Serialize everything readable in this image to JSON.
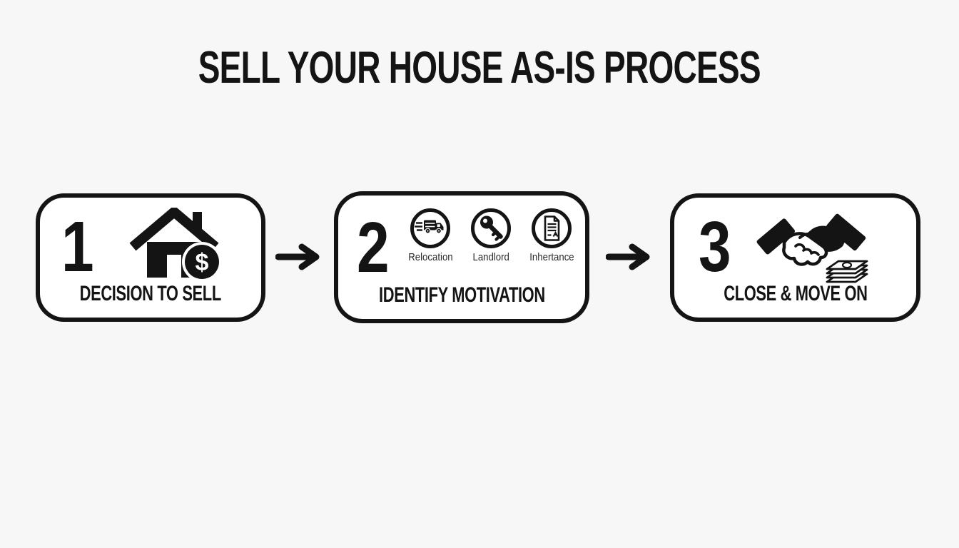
{
  "page": {
    "title": "SELL YOUR HOUSE AS-IS PROCESS",
    "colors": {
      "background": "#f7f7f7",
      "panel": "#ffffff",
      "ink": "#141414"
    }
  },
  "steps": [
    {
      "number": "1",
      "label": "DECISION TO SELL",
      "icon": "house-with-dollar-coin-icon"
    },
    {
      "number": "2",
      "label": "IDENTIFY MOTIVATION",
      "motivations": [
        {
          "icon": "moving-truck-icon",
          "label": "Relocation"
        },
        {
          "icon": "key-icon",
          "label": "Landlord"
        },
        {
          "icon": "document-icon",
          "label": "Inhertance"
        }
      ]
    },
    {
      "number": "3",
      "label": "CLOSE & MOVE ON",
      "icon": "handshake-with-cash-icon"
    }
  ],
  "connectors": [
    {
      "icon": "right-arrow-icon"
    },
    {
      "icon": "right-arrow-icon"
    }
  ]
}
